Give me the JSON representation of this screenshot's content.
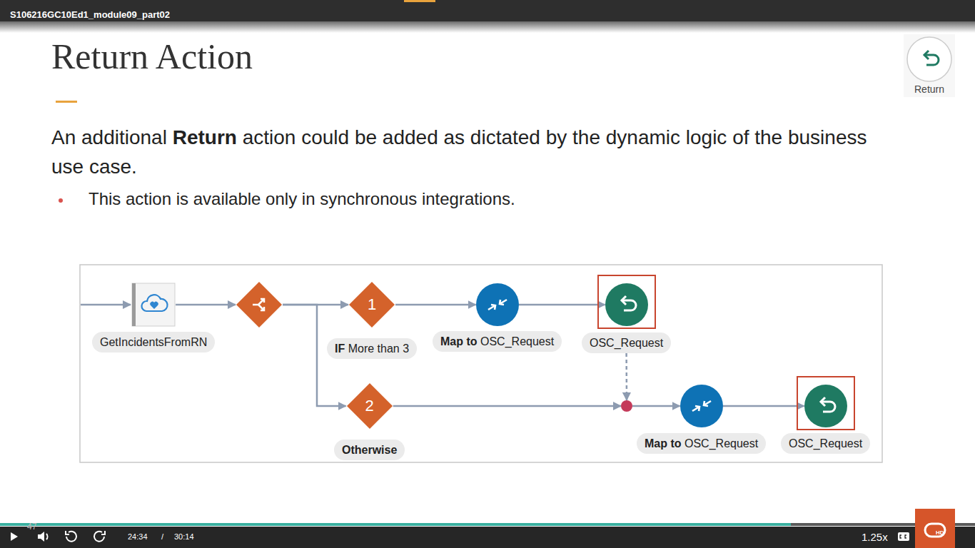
{
  "diagram": {
    "title": "Return Action",
    "nodes": [
      {
        "text": [
          "GetIncidentsFromRN"
        ]
      },
      {
        "text": []
      },
      {
        "text": [
          "1",
          "IF",
          "More than 3"
        ]
      },
      {
        "text": [
          "Map to",
          "OSC_Request"
        ]
      },
      {
        "text": [
          "OSC_Request"
        ]
      },
      {
        "text": [
          "2",
          "Otherwise"
        ]
      },
      {
        "text": []
      },
      {
        "text": [
          "Map to",
          "OSC_Request"
        ]
      },
      {
        "text": [
          "OSC_Request"
        ]
      }
    ],
    "edges": [
      {
        "from": 0,
        "to": 1,
        "arrow": "to"
      },
      {
        "from": 1,
        "to": 2,
        "arrow": "to"
      },
      {
        "from": 1,
        "to": 5,
        "arrow": "to"
      },
      {
        "from": 2,
        "to": 3,
        "arrow": "to"
      },
      {
        "from": 3,
        "to": 4,
        "arrow": "to"
      },
      {
        "from": 4,
        "to": 6,
        "arrow": "to"
      },
      {
        "from": 5,
        "to": 6,
        "arrow": "to"
      },
      {
        "from": 6,
        "to": 7,
        "arrow": "to"
      },
      {
        "from": 7,
        "to": 8,
        "arrow": "to"
      }
    ],
    "labels": [
      "S106216GC10Ed1_module09_part02",
      "An additional",
      "Return",
      "action could be added as dictated by the dynamic logic of the business use case.",
      "This action is available only in synchronous integrations.",
      "Return",
      "47",
      "24:34",
      "/",
      "30:14",
      "1.25x",
      "HD"
    ]
  }
}
